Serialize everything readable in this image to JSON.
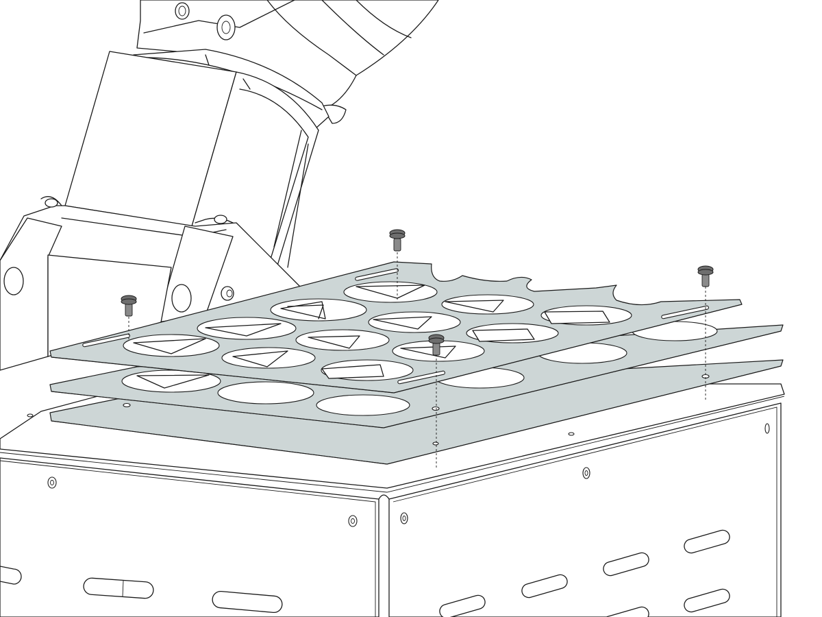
{
  "figure": {
    "colors": {
      "plate_fill": "#cdd6d6",
      "line": "#1a1a1a",
      "background": "#ffffff",
      "screw": "#6e6e6e"
    },
    "components": {
      "robot_arm": "robot-arm",
      "cabinet": "cabinet-base",
      "plates": [
        "bottom-plate",
        "middle-plate",
        "top-plate"
      ],
      "screw_count": 4
    }
  }
}
